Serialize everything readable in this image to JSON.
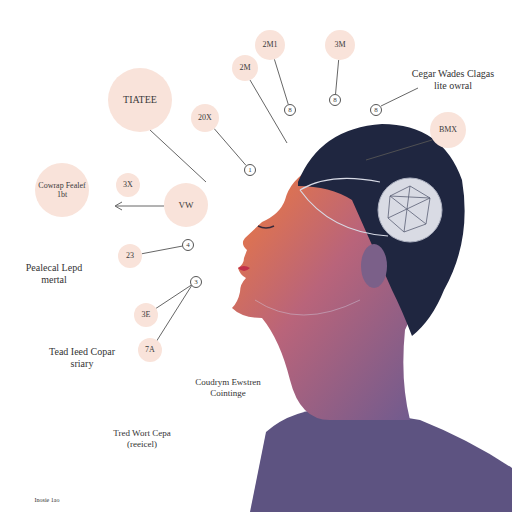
{
  "diagram": {
    "nodes": [
      {
        "text": [
          "TIATEE"
        ]
      },
      {
        "text": [
          "2M1"
        ]
      },
      {
        "text": [
          "3M"
        ]
      },
      {
        "text": [
          "2M"
        ]
      },
      {
        "text": [
          "20X"
        ]
      },
      {
        "text": [
          "BMX"
        ]
      },
      {
        "text": [
          "Cowrap Fealef",
          "1bt"
        ]
      },
      {
        "text": [
          "3X"
        ]
      },
      {
        "text": [
          "VW"
        ]
      },
      {
        "text": [
          "23"
        ]
      },
      {
        "text": [
          "3E"
        ]
      },
      {
        "text": [
          "7A"
        ]
      },
      {
        "text": [
          "8"
        ]
      },
      {
        "text": [
          "8"
        ]
      },
      {
        "text": [
          "8"
        ]
      },
      {
        "text": [
          "1"
        ]
      },
      {
        "text": [
          "4"
        ]
      },
      {
        "text": [
          "3"
        ]
      }
    ],
    "edges": [
      {
        "from": 1,
        "to": 12,
        "arrow": "none"
      },
      {
        "from": 2,
        "to": 13,
        "arrow": "none"
      },
      {
        "from": 4,
        "to": 15,
        "arrow": "none"
      },
      {
        "from": 9,
        "to": 16,
        "arrow": "none"
      },
      {
        "from": 10,
        "to": 17,
        "arrow": "none"
      }
    ],
    "labels": [
      "Cegar Wades Clagas lite owral",
      "Pealecal Lepd mertal",
      "Tead Ieed Copar sriary",
      "Coudrym Ewstren Cointinge",
      "Tred Wort Cepa (reeicel)",
      "Inosie 1ao"
    ]
  }
}
